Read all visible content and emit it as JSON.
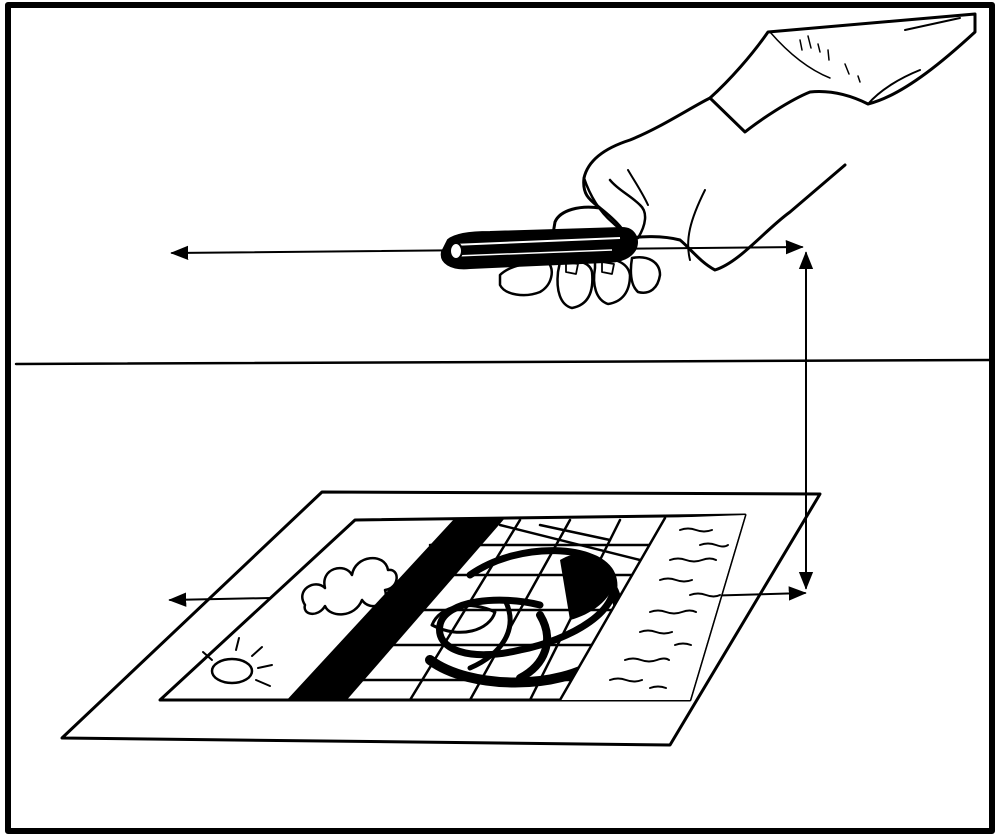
{
  "illustration": {
    "subject": "hand-holding-phone-over-print",
    "ink_color": "#000000",
    "paper_color": "#ffffff",
    "elements": [
      "frame-border",
      "hand-and-sleeve",
      "smartphone",
      "horizon-line",
      "horizontal-arrow-top",
      "vertical-double-arrow",
      "horizontal-arrow-bottom",
      "photo-print",
      "sun-icon",
      "cloud-icon",
      "shadow-band",
      "waves-area"
    ]
  }
}
